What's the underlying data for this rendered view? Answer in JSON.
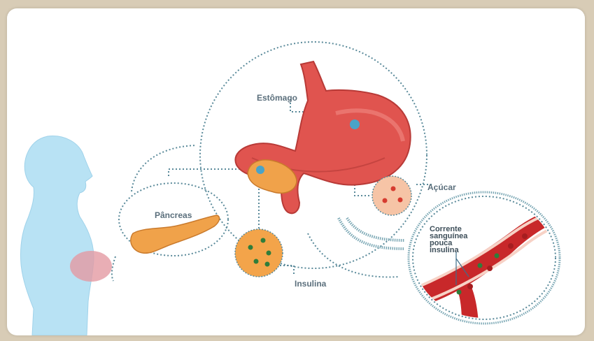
{
  "labels": {
    "stomach": "Estômago",
    "pancreas": "Pâncreas",
    "sugar": "Açúcar",
    "insulin": "Insulina",
    "bloodstream": [
      "Corrente",
      "sanguínea",
      "pouca",
      "insulina"
    ]
  },
  "colors": {
    "background": "#d8ccb6",
    "body_silhouette": "#b8e2f4",
    "stomach": "#e0544f",
    "pancreas": "#f0a24a",
    "sugar_circle": "#f6c4a6",
    "sugar_dot": "#d63b2f",
    "insulin_circle": "#f3a44a",
    "insulin_dot": "#2f7d3a",
    "blood_vessel": "#c8282a",
    "dotted_outline": "#5a8a9a",
    "marker_dot": "#4aa3c8"
  }
}
